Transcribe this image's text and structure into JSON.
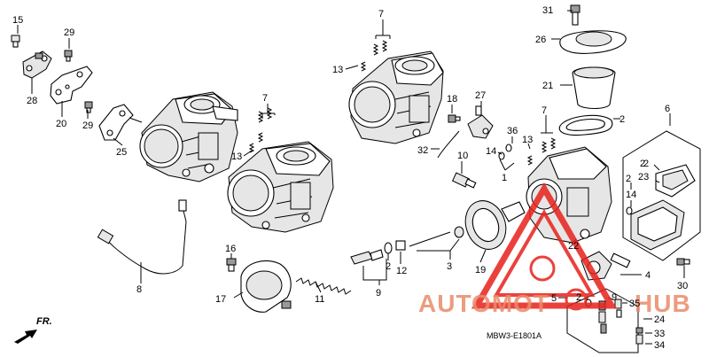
{
  "diagram": {
    "catalog_code": "MBW3-E1801A",
    "direction_label": "FR.",
    "watermark": {
      "text_left": "AUTOMOT",
      "text_right": "HUB",
      "colors": {
        "triangle": "#e8211c",
        "text": "#e98b6a"
      }
    },
    "callouts": [
      "15",
      "28",
      "29",
      "20",
      "29",
      "25",
      "7",
      "13",
      "8",
      "16",
      "17",
      "11",
      "2",
      "12",
      "3",
      "9",
      "7",
      "13",
      "18",
      "27",
      "32",
      "36",
      "14",
      "10",
      "1",
      "13",
      "7",
      "19",
      "2",
      "22",
      "31",
      "26",
      "21",
      "2",
      "6",
      "2",
      "23",
      "2",
      "14",
      "4",
      "30",
      "5",
      "2",
      "9",
      "35",
      "24",
      "33",
      "34"
    ]
  }
}
